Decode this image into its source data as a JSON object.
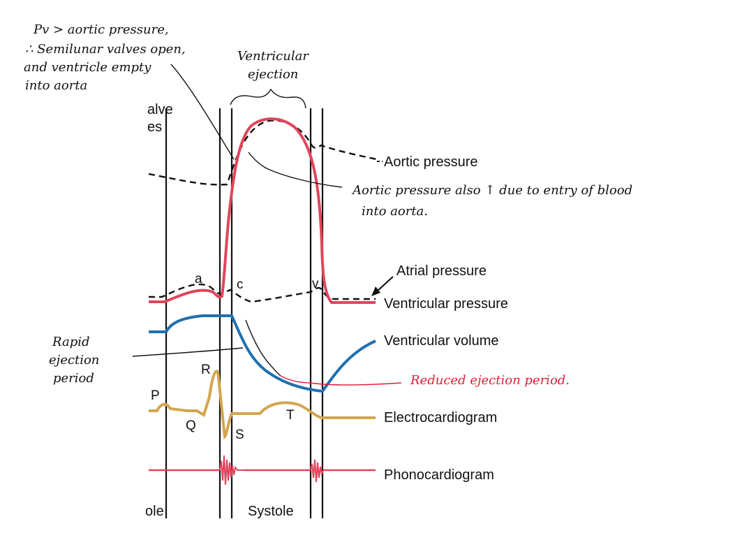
{
  "diagram": {
    "curve_labels": {
      "aortic_pressure": "Aortic pressure",
      "atrial_pressure": "Atrial pressure",
      "ventricular_pressure": "Ventricular pressure",
      "ventricular_volume": "Ventricular volume",
      "electrocardiogram": "Electrocardiogram",
      "phonocardiogram": "Phonocardiogram"
    },
    "wave_labels": {
      "a": "a",
      "c": "c",
      "v": "v",
      "P": "P",
      "Q": "Q",
      "R": "R",
      "S": "S",
      "T": "T"
    },
    "partial_labels": {
      "alve": "alve",
      "es": "es",
      "ole": "ole"
    },
    "phase_label": "Systole",
    "annotations": {
      "pressure_note": [
        "Pv > aortic pressure,",
        "∴ Semilunar valves open,",
        "and ventricle empty",
        "into aorta"
      ],
      "ejection_note": [
        "Ventricular",
        "ejection"
      ],
      "aortic_rise_note": [
        "Aortic pressure also ↑ due to entry of blood",
        "into aorta."
      ],
      "rapid_ejection_note": [
        "Rapid",
        "ejection",
        "period"
      ],
      "reduced_ejection_note": "Reduced ejection period."
    },
    "colors": {
      "ventricular_pressure": "#e0455c",
      "ventricular_volume": "#1f70b0",
      "electrocardiogram": "#d4a550",
      "phonocardiogram": "#e0455c",
      "annotation_red": "#e0203a"
    }
  }
}
